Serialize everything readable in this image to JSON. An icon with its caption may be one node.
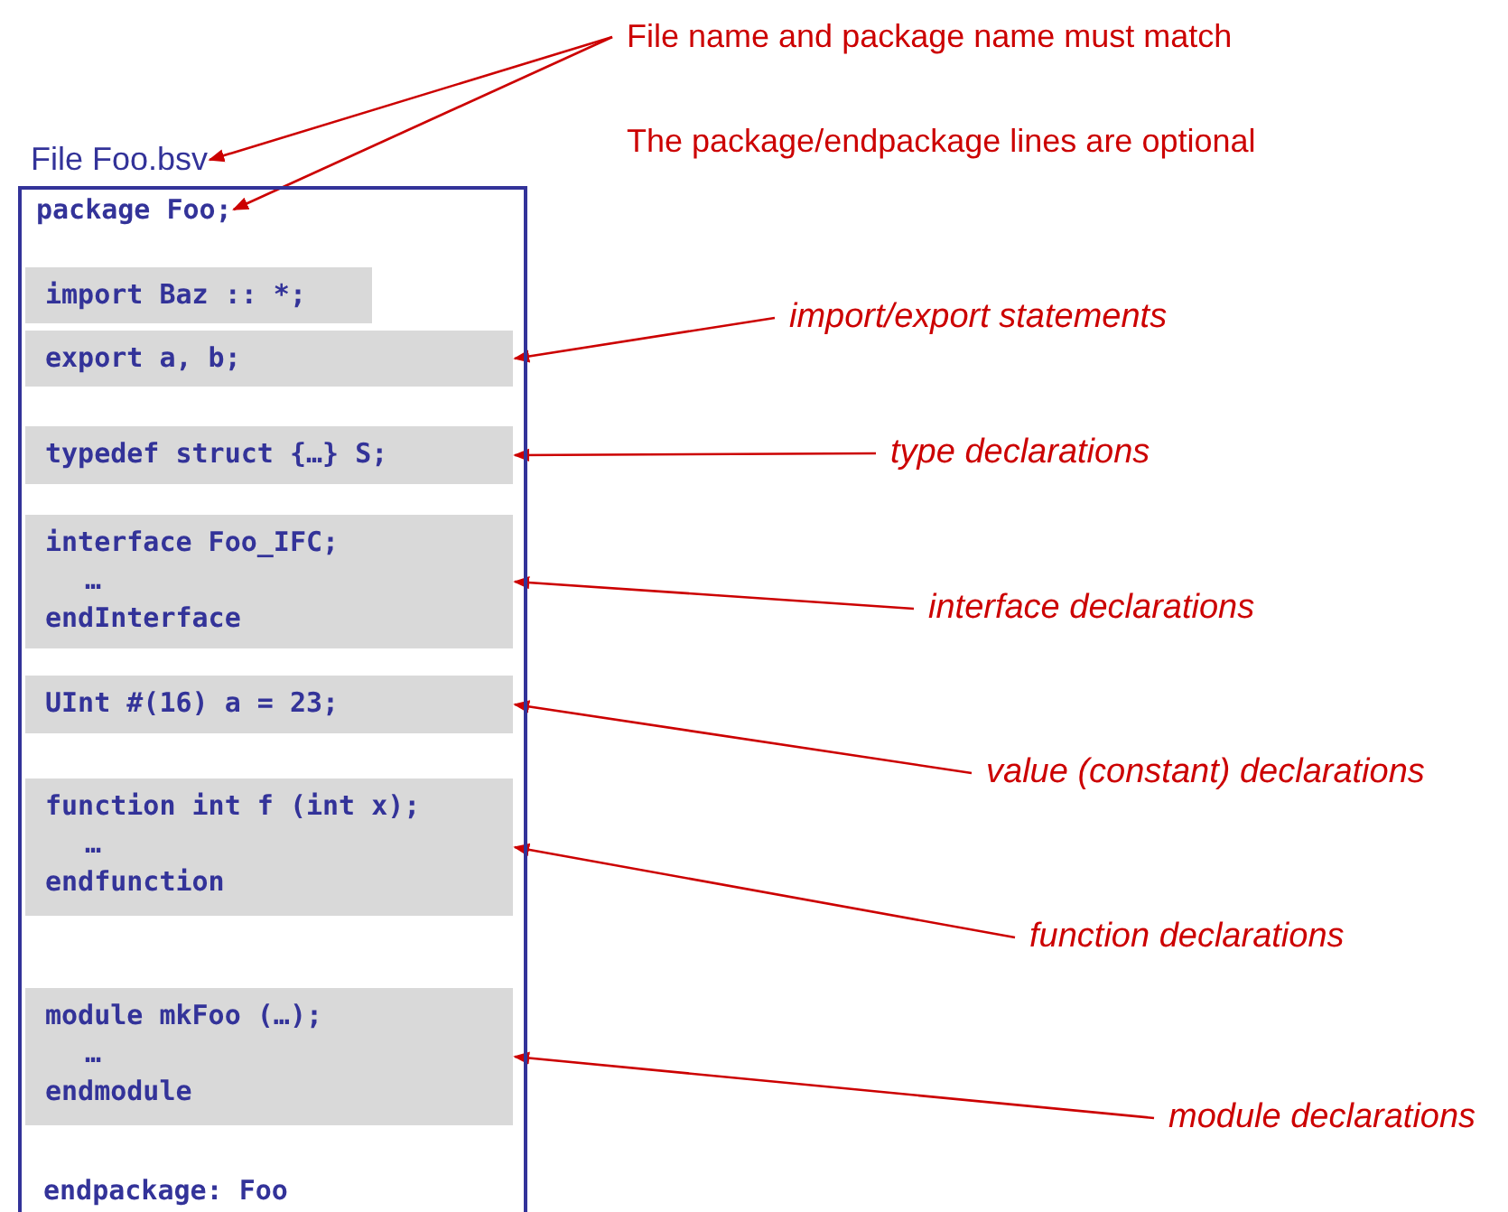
{
  "diagram": {
    "nodes": [
      {
        "text": [
          "File name and package name must match"
        ]
      },
      {
        "text": [
          "The package/endpackage lines are optional"
        ]
      },
      {
        "text": [
          "File  Foo.bsv"
        ]
      },
      {
        "text": [],
        "shape": "box"
      },
      {
        "text": [
          "package Foo;"
        ],
        "in": 3
      },
      {
        "text": [
          "import Baz :: *;"
        ],
        "in": 3
      },
      {
        "text": [
          "export a, b;"
        ],
        "in": 3
      },
      {
        "text": [
          "typedef struct {…} S;"
        ],
        "in": 3
      },
      {
        "text": [
          "interface Foo_IFC;",
          "…",
          "endInterface"
        ],
        "in": 3
      },
      {
        "text": [
          "UInt #(16) a = 23;"
        ],
        "in": 3
      },
      {
        "text": [
          "function int f (int x);",
          "…",
          "endfunction"
        ],
        "in": 3
      },
      {
        "text": [
          "module mkFoo (…);",
          "…",
          "endmodule"
        ],
        "in": 3
      },
      {
        "text": [
          "endpackage: Foo"
        ],
        "in": 3
      },
      {
        "text": [
          "import/export statements"
        ]
      },
      {
        "text": [
          "type declarations"
        ]
      },
      {
        "text": [
          "interface declarations"
        ]
      },
      {
        "text": [
          "value (constant) declarations"
        ]
      },
      {
        "text": [
          "function declarations"
        ]
      },
      {
        "text": [
          "module declarations"
        ]
      }
    ],
    "edges": [
      {
        "from": 0,
        "to": 2,
        "arrow": "to"
      },
      {
        "from": 0,
        "to": 4,
        "arrow": "to"
      },
      {
        "from": 13,
        "to": 6,
        "arrow": "to"
      },
      {
        "from": 14,
        "to": 7,
        "arrow": "to"
      },
      {
        "from": 15,
        "to": 8,
        "arrow": "to"
      },
      {
        "from": 16,
        "to": 9,
        "arrow": "to"
      },
      {
        "from": 17,
        "to": 10,
        "arrow": "to"
      },
      {
        "from": 18,
        "to": 11,
        "arrow": "to"
      }
    ]
  }
}
